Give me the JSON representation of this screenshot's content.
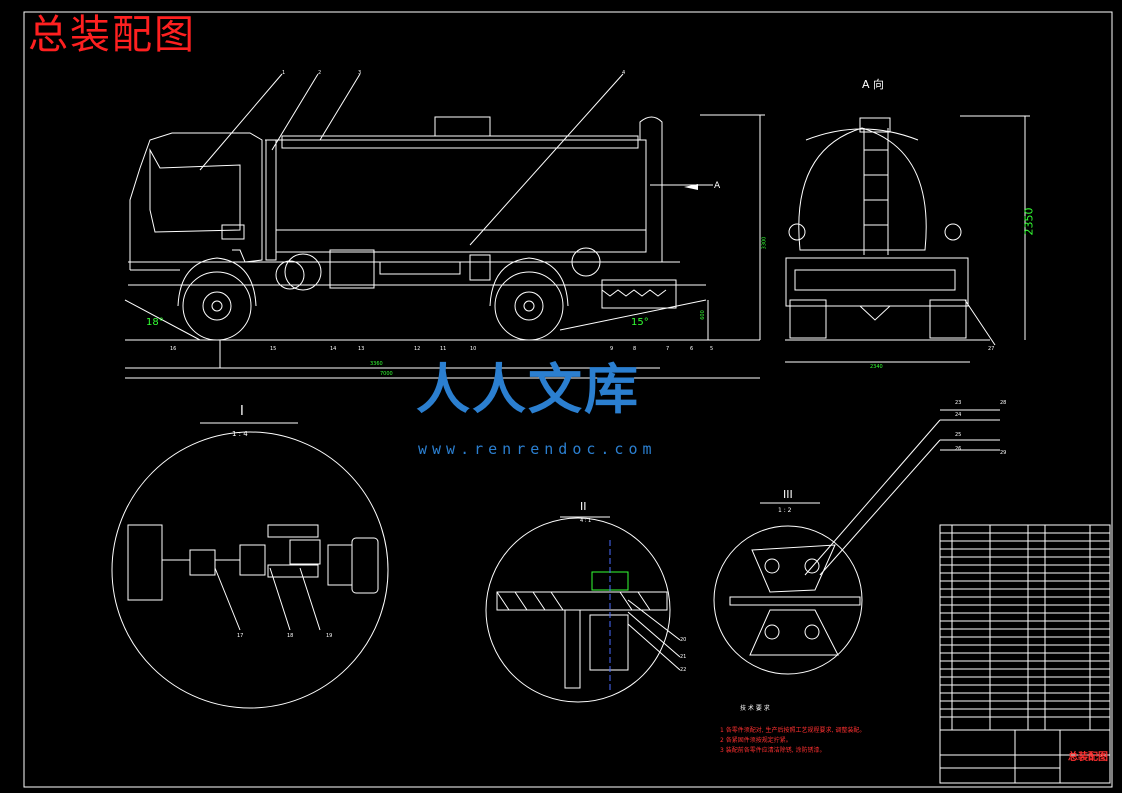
{
  "drawing_title": "总装配图",
  "view_labels": {
    "detail_1": "I",
    "detail_1_scale": "1 : 4",
    "detail_2": "II",
    "detail_2_scale": "4 : 1",
    "detail_3": "III",
    "detail_3_scale": "1 : 2",
    "view_a": "A 向",
    "arrow_a": "A"
  },
  "dimensions": {
    "height_side": "3300",
    "height_rear": "2350",
    "length_total": "7000",
    "wheelbase": "3360",
    "rear_width": "2340",
    "rear_overhang": "600",
    "approach_angle": "18°",
    "departure_angle": "15°"
  },
  "part_callouts": [
    "1",
    "2",
    "3",
    "4",
    "5",
    "6",
    "7",
    "8",
    "9",
    "10",
    "11",
    "12",
    "13",
    "14",
    "15",
    "16",
    "17",
    "18",
    "19",
    "20",
    "21",
    "22",
    "23",
    "24",
    "25",
    "26",
    "27",
    "28",
    "29"
  ],
  "watermark": {
    "text": "人人文库",
    "url": "www.renrendoc.com"
  },
  "tech_requirements": {
    "heading": "技 术 要 求",
    "items": [
      "1 各零件须配对, 生产后按照工艺规程要求, 调整装配。",
      "2 各紧固件须按规定拧紧。",
      "3 装配前各零件应清洁除锈, 涂防锈漆。"
    ]
  },
  "title_block": {
    "name": "总装配图",
    "colors": {
      "accent": "#ff3030",
      "lines": "#ffffff",
      "background": "#000000"
    }
  }
}
